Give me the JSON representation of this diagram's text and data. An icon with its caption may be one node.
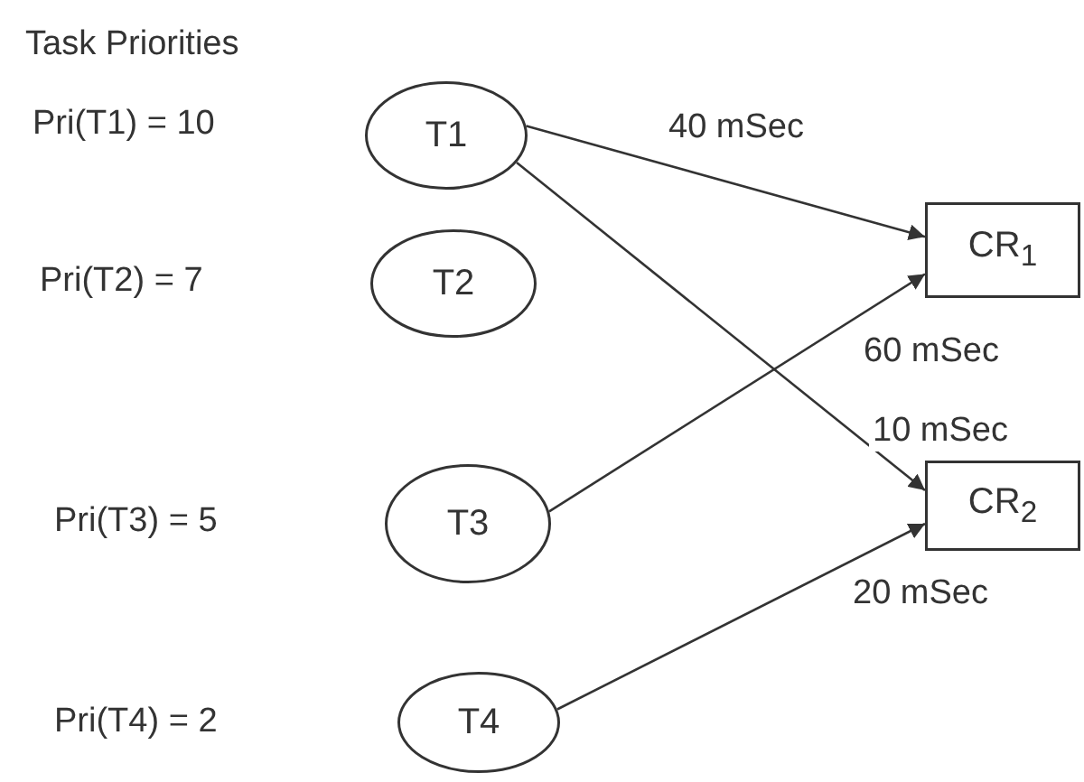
{
  "diagram": {
    "title": "Task Priorities",
    "nodes": [
      {
        "text": [
          "T1"
        ]
      },
      {
        "text": [
          "T2"
        ]
      },
      {
        "text": [
          "T3"
        ]
      },
      {
        "text": [
          "T4"
        ]
      },
      {
        "text": [
          "CR$_{1}$"
        ]
      },
      {
        "text": [
          "CR$_{2}$"
        ]
      }
    ],
    "edges": [
      {
        "from": 0,
        "to": 4,
        "arrow": "to",
        "label": "40 mSec"
      },
      {
        "from": 2,
        "to": 4,
        "arrow": "to",
        "label": "60 mSec"
      },
      {
        "from": 0,
        "to": 5,
        "arrow": "to",
        "label": "10 mSec"
      },
      {
        "from": 3,
        "to": 5,
        "arrow": "to",
        "label": "20 mSec"
      }
    ],
    "labels": [
      "Pri(T1) = 10",
      "Pri(T2) = 7",
      "Pri(T3) = 5",
      "Pri(T4) = 2"
    ]
  }
}
